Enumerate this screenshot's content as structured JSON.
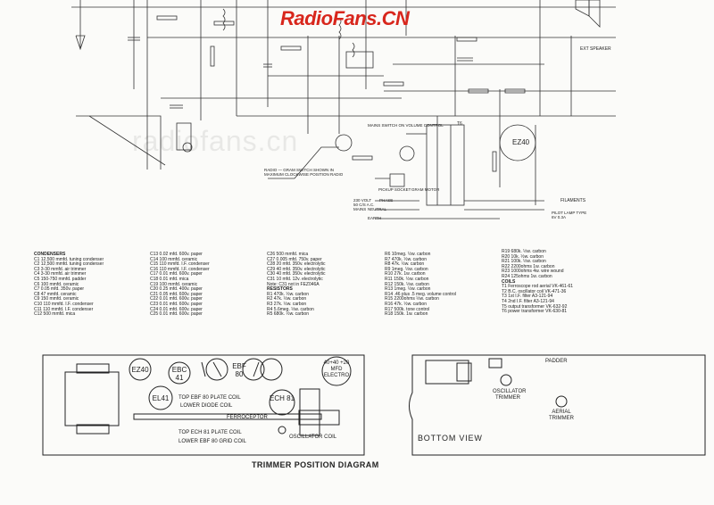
{
  "brand": "RadioFans.CN",
  "watermark": "radiofans.cn",
  "schematic_labels": {
    "ext_speaker": "EXT SPEAKER",
    "mains_switch": "MAINS SWITCH ON VOLUME CONTROL",
    "radio_gram_switch": "RADIO — GRAM SWITCH SHOWN IN MAXIMUM CLOCKWISE POSITION RADIO",
    "pickup": "PICKUP SOCKET",
    "phase": "PHASE",
    "neutral": "NEUTRAL",
    "earth": "EARTH",
    "mains": "230 VOLT 50 C/S A.C. MAINS",
    "gram_motor": "GRAM MOTOR",
    "filaments": "FILAMENTS",
    "pilot_lamp": "PILOT LAMP TYPE 6V 0.3A",
    "rectifier": "EZ40",
    "t6": "T6"
  },
  "parts_list": {
    "col1": [
      "CONDENSERS",
      "C1  12,500 mmfd. tuning condenser",
      "C2  12,500 mmfd. tuning condenser",
      "C3  3-30 mmfd. air trimmer",
      "C4  3-30 mmfd. air trimmer",
      "C5  150-750 mmfd. padder",
      "C6  100 mmfd. ceramic",
      "C7  0.05 mfd. 350v. paper",
      "C8  47 mmfd. ceramic",
      "C9  150 mmfd. ceramic",
      "C10  110 mmfd. I.F. condenser",
      "C11  110 mmfd. I.F. condenser",
      "C12  500 mmfd. mica"
    ],
    "col2": [
      "C13  0.02 mfd. 600v. paper",
      "C14  100 mmfd. ceramic",
      "C15  110 mmfd. I.F. condenser",
      "C16  110 mmfd. I.F. condenser",
      "C17  0.01 mfd. 600v. paper",
      "C18  0.01 mfd. mica",
      "C19  100 mmfd. ceramic",
      "C20  0.25 mfd. 400v. paper",
      "C21  0.05 mfd. 600v. paper",
      "C22  0.01 mfd. 600v. paper",
      "C23  0.01 mfd. 600v. paper",
      "C24  0.01 mfd. 600v. paper",
      "C25  0.01 mfd. 600v. paper"
    ],
    "col3": [
      "C26  500 mmfd. mica",
      "C27  0.005 mfd. 750v. paper",
      "C28  20 mfd. 350v. electrolytic",
      "C29  40 mfd. 350v. electrolytic",
      "C30  40 mfd. 350v. electrolytic",
      "C31  10 mfd. 12v. electrolytic",
      "Note: C31 not in FEZ046A",
      "RESISTORS",
      "R1  470k. ½w. carbon",
      "R2  47k. ½w. carbon",
      "R3  27k. ½w. carbon",
      "R4  5.6meg. ½w. carbon",
      "R5  680k. ½w. carbon"
    ],
    "col4": [
      "R6  10meg. ½w. carbon",
      "R7  470k. ½w. carbon",
      "R8  47k. ½w. carbon",
      "R9  1meg. ½w. carbon",
      "R10  27k. 1w. carbon",
      "R11  150k. ½w. carbon",
      "R12  150k. ½w. carbon",
      "R13  1meg. ½w. carbon",
      "R14  .46 plus .5 meg. volume control",
      "R15  2200ohms ½w. carbon",
      "R16  47k. ½w. carbon",
      "R17  500k. tone control",
      "R18  150k. 1w. carbon"
    ],
    "col5": [
      "R19  680k. ½w. carbon",
      "R20  10k. ½w. carbon",
      "R21  100k. ½w. carbon",
      "R22  2200ohms 1w. carbon",
      "R23  1000ohms 4w. wire wound",
      "R24  125ohms 1w. carbon",
      "COILS",
      "T1  Ferroscope rod aerial VK-461-61",
      "T2  B.C. oscillator coil VK-471-36",
      "T3  1st I.F. filter A3-121-94",
      "T4  2nd I.F. filter A3-121-94",
      "T5  output transformer VK-632-92",
      "T6  power transformer VK-630-81"
    ]
  },
  "trimmer_diagram": {
    "caption": "TRIMMER POSITION DIAGRAM",
    "tubes": [
      "EZ40",
      "EBC 41",
      "EBF 80",
      "EL41",
      "ECH 81"
    ],
    "electro": "40+40 +20 MFD ELECTRO",
    "coil_labels": [
      "TOP EBF 80 PLATE COIL",
      "LOWER DIODE COIL",
      "FERROCEPTOR",
      "TOP ECH 81 PLATE COIL",
      "LOWER EBF 80 GRID COIL",
      "OSCILLATOR COIL"
    ]
  },
  "bottom_view": {
    "title": "BOTTOM VIEW",
    "labels": [
      "PADDER",
      "OSCILLATOR TRIMMER",
      "AERIAL TRIMMER"
    ]
  }
}
